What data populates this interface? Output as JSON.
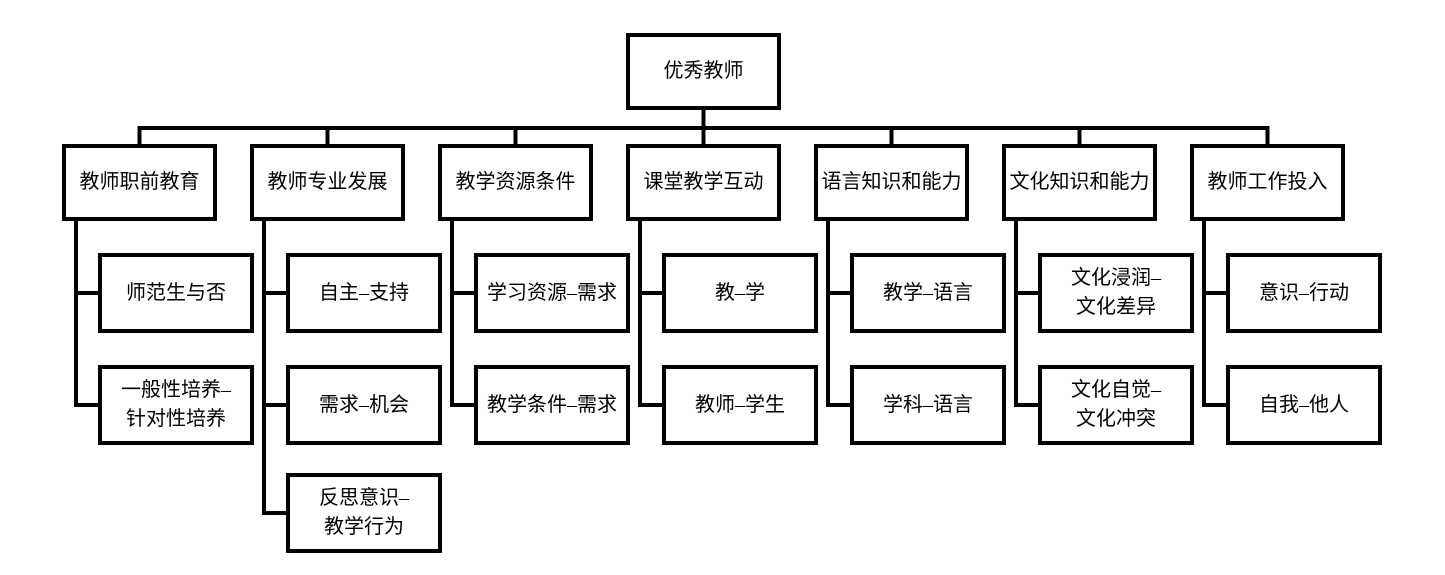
{
  "colors": {
    "line": "#000000",
    "background": "#ffffff",
    "text": "#000000"
  },
  "chart": {
    "type": "hierarchy-diagram",
    "root": "优秀教师",
    "branches": [
      {
        "label": "教师职前教育",
        "children": [
          "师范生与否",
          "一般性培养–\n针对性培养"
        ]
      },
      {
        "label": "教师专业发展",
        "children": [
          "自主–支持",
          "需求–机会",
          "反思意识–\n教学行为"
        ]
      },
      {
        "label": "教学资源条件",
        "children": [
          "学习资源–需求",
          "教学条件–需求"
        ]
      },
      {
        "label": "课堂教学互动",
        "children": [
          "教–学",
          "教师–学生"
        ]
      },
      {
        "label": "语言知识和能力",
        "children": [
          "教学–语言",
          "学科–语言"
        ]
      },
      {
        "label": "文化知识和能力",
        "children": [
          "文化浸润–\n文化差异",
          "文化自觉–\n文化冲突"
        ]
      },
      {
        "label": "教师工作投入",
        "children": [
          "意识–行动",
          "自我–他人"
        ]
      }
    ]
  }
}
